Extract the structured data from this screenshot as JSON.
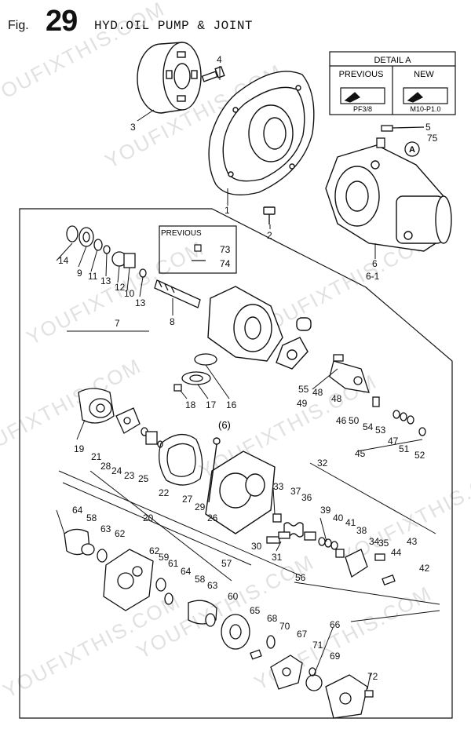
{
  "figure": {
    "fig_prefix": "Fig.",
    "fig_number": "29",
    "title": "HYD.OIL PUMP & JOINT"
  },
  "detail_box": {
    "header": "DETAIL A",
    "previous_label": "PREVIOUS",
    "new_label": "NEW",
    "previous_code": "PF3/8",
    "new_code": "M10-P1.0"
  },
  "previous_box": {
    "label": "PREVIOUS",
    "parts": [
      "73",
      "74"
    ]
  },
  "callout_a": "A",
  "group_label": "(6)",
  "watermark": "YOUFIXTHIS.COM",
  "part_numbers": [
    "4",
    "3",
    "1",
    "2",
    "5",
    "75",
    "6",
    "6-1",
    "14",
    "9",
    "11",
    "13",
    "12",
    "10",
    "13",
    "7",
    "8",
    "18",
    "17",
    "16",
    "55",
    "48",
    "49",
    "48",
    "46",
    "50",
    "54",
    "53",
    "47",
    "51",
    "52",
    "45",
    "19",
    "21",
    "28",
    "24",
    "23",
    "25",
    "22",
    "20",
    "27",
    "29",
    "26",
    "33",
    "37",
    "36",
    "32",
    "39",
    "40",
    "41",
    "38",
    "34",
    "35",
    "44",
    "43",
    "42",
    "30",
    "31",
    "64",
    "58",
    "63",
    "62",
    "62",
    "59",
    "61",
    "64",
    "58",
    "63",
    "60",
    "57",
    "65",
    "68",
    "70",
    "67",
    "71",
    "56",
    "66",
    "69",
    "72"
  ],
  "colors": {
    "ink": "#111111",
    "watermark": "#c9c9c9",
    "paper": "#ffffff"
  }
}
